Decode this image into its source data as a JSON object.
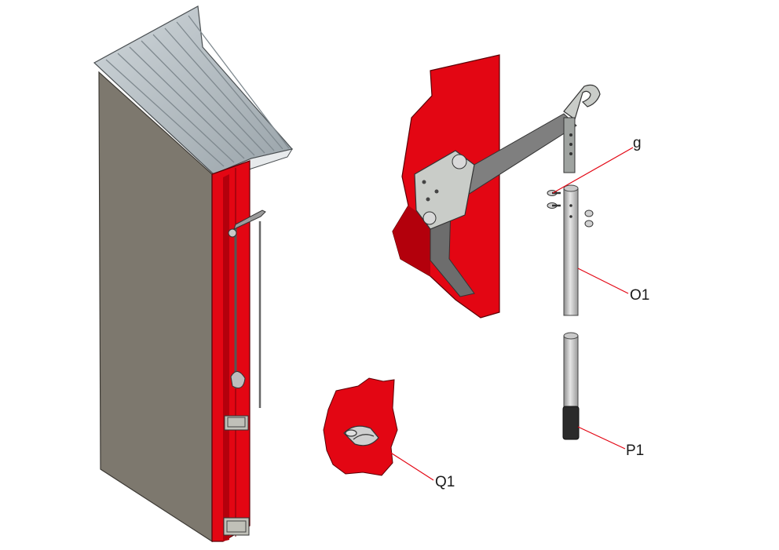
{
  "callouts": {
    "g": "g",
    "o1": "O1",
    "p1": "P1",
    "q1": "Q1"
  },
  "colors": {
    "panel_red": "#e30613",
    "panel_red_dark": "#b3000c",
    "wall_gray": "#7d786e",
    "metal_gray": "#8a8a8a",
    "roof_gray": "#b9c1c6",
    "leader_red": "#e30613"
  }
}
